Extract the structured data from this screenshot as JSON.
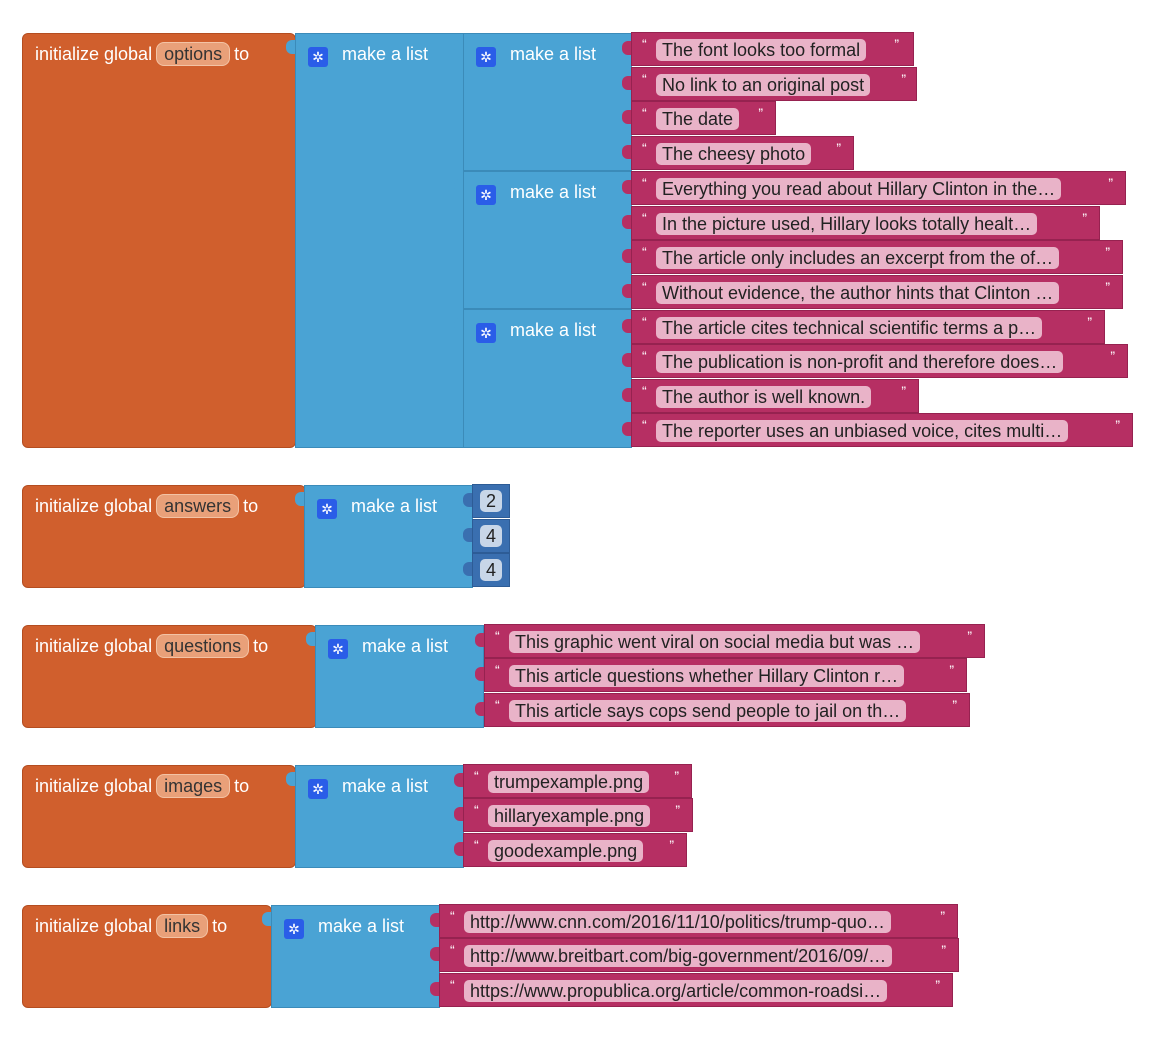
{
  "blocks": {
    "options": {
      "prefix": "initialize global",
      "name": "options",
      "to": "to",
      "outer_list": "make a list",
      "sublists": [
        {
          "label": "make a list",
          "items": [
            "The font looks too formal",
            "No link to an original post",
            "The date",
            "The cheesy photo"
          ]
        },
        {
          "label": "make a list",
          "items": [
            "Everything you read about Hillary Clinton in the…",
            "In the picture used, Hillary looks totally healt…",
            "The article only includes an excerpt from the of…",
            "Without evidence, the author hints that Clinton …"
          ]
        },
        {
          "label": "make a list",
          "items": [
            "The article cites technical scientific terms a p…",
            "The publication is non-profit and therefore does…",
            "The author is well known.",
            "The reporter uses an unbiased voice, cites multi…"
          ]
        }
      ]
    },
    "answers": {
      "prefix": "initialize global",
      "name": "answers",
      "to": "to",
      "list": "make a list",
      "items": [
        "2",
        "4",
        "4"
      ]
    },
    "questions": {
      "prefix": "initialize global",
      "name": "questions",
      "to": "to",
      "list": "make a list",
      "items": [
        "This graphic went viral on social media but was …",
        "This article questions whether Hillary Clinton r…",
        "This article says cops send people to jail on th…"
      ]
    },
    "images": {
      "prefix": "initialize global",
      "name": "images",
      "to": "to",
      "list": "make a list",
      "items": [
        "trumpexample.png",
        "hillaryexample.png",
        "goodexample.png"
      ]
    },
    "links": {
      "prefix": "initialize global",
      "name": "links",
      "to": "to",
      "list": "make a list",
      "items": [
        "http://www.cnn.com/2016/11/10/politics/trump-quo…",
        "http://www.breitbart.com/big-government/2016/09/…",
        "https://www.propublica.org/article/common-roadsi…"
      ]
    }
  },
  "glyphs": {
    "gear": "✲",
    "open_quote": "“",
    "close_quote": "”"
  },
  "colors": {
    "variable": "#d05f2d",
    "list": "#4aa3d4",
    "text": "#b62f63",
    "number": "#3a6fb0",
    "gear": "#2a5de8"
  }
}
